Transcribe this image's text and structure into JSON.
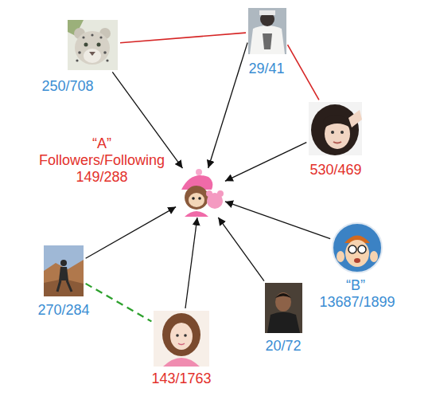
{
  "diagram": {
    "nodes": [
      {
        "text": [
          "250/708"
        ]
      },
      {
        "text": [
          "29/41"
        ]
      },
      {
        "text": [
          "530/469"
        ]
      },
      {
        "text": [
          "“A”",
          "Followers/Following",
          "149/288"
        ]
      },
      {
        "text": [
          "270/284"
        ]
      },
      {
        "text": [
          "“B”",
          "13687/1899"
        ]
      },
      {
        "text": [
          "20/72"
        ]
      },
      {
        "text": [
          "143/1763"
        ]
      }
    ],
    "edges": [
      {
        "from": 0,
        "to": 3,
        "arrow": "to"
      },
      {
        "from": 1,
        "to": 3,
        "arrow": "to"
      },
      {
        "from": 2,
        "to": 3,
        "arrow": "to"
      },
      {
        "from": 5,
        "to": 3,
        "arrow": "to"
      },
      {
        "from": 6,
        "to": 3,
        "arrow": "to"
      },
      {
        "from": 7,
        "to": 3,
        "arrow": "to"
      },
      {
        "from": 4,
        "to": 3,
        "arrow": "to"
      },
      {
        "from": 0,
        "to": 1,
        "arrow": "none"
      },
      {
        "from": 1,
        "to": 2,
        "arrow": "none"
      },
      {
        "from": 4,
        "to": 7,
        "arrow": "none"
      }
    ]
  }
}
